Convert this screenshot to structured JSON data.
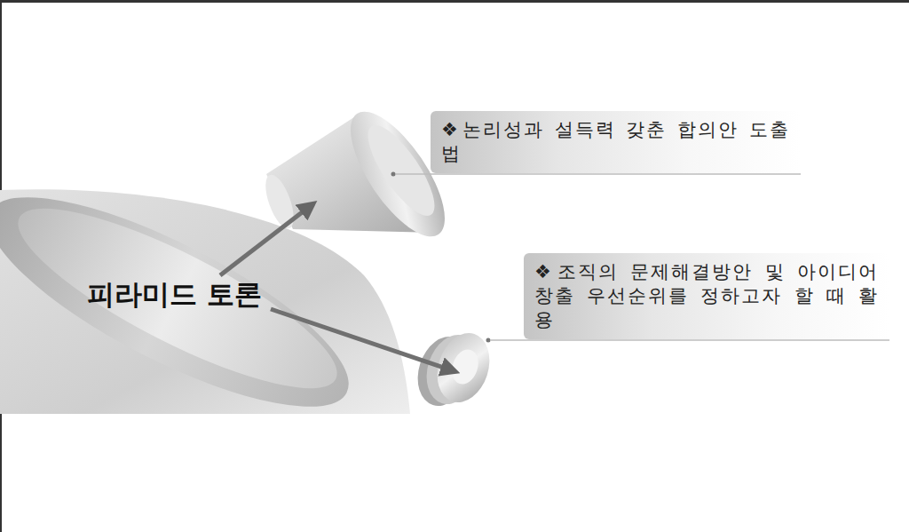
{
  "diagram": {
    "nodes": [
      {
        "text": [
          "❖논리성과 설득력 갖춘 합의안 도출법"
        ]
      },
      {
        "text": [
          "❖조직의 문제해결방안 및 아이디어 창출 우선순위를 정하고자 할 때 활용"
        ]
      }
    ],
    "labels": [
      "피라미드 토론"
    ]
  }
}
